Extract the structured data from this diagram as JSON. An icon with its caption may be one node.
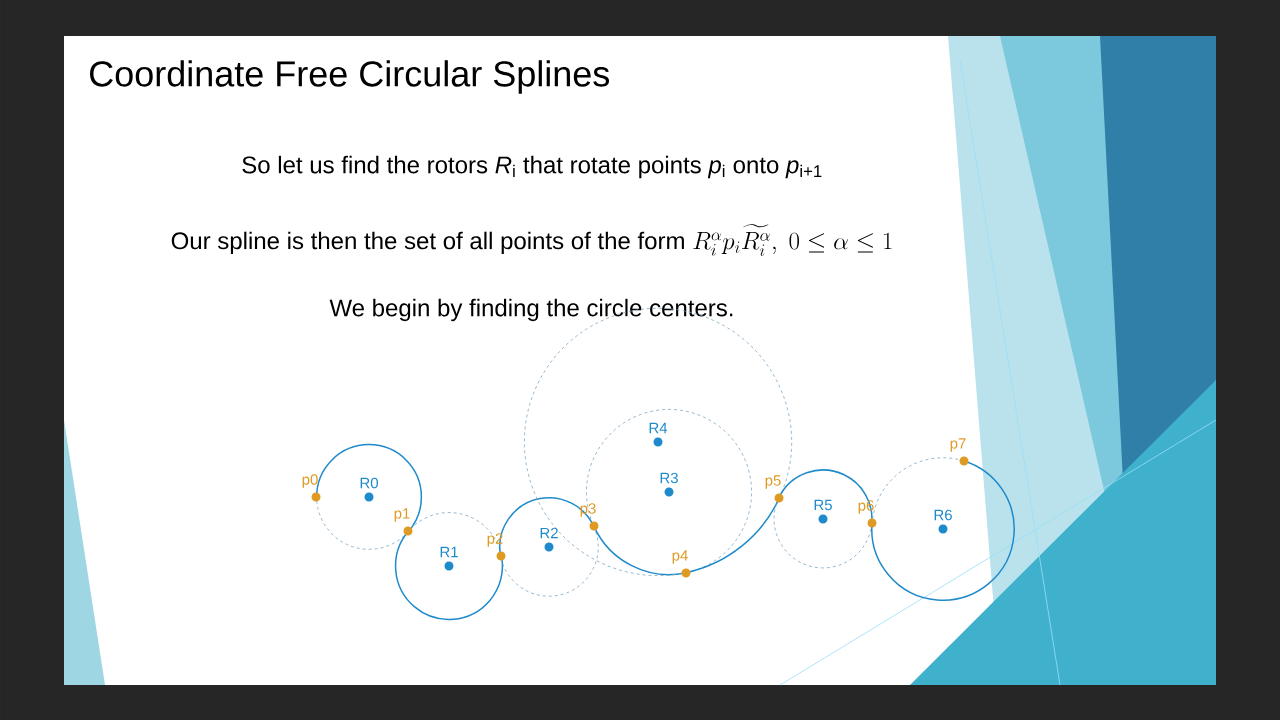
{
  "diagram": {
    "title": "Coordinate Free Circular Splines",
    "labels": [
      "So let us find the rotors *R*$_{i}$ that rotate points *p*$_{i}$ onto *p*$_{i+1}$",
      "Our spline is then the set of all points of the form",
      "R_i^{\\alpha} p_i \\widetilde{R_i^{\\alpha}},\\ 0 \\leq \\alpha \\leq 1",
      "We begin by finding the circle centers.",
      "p0",
      "R0",
      "p1",
      "R1",
      "p2",
      "R2",
      "p3",
      "R3",
      "R4",
      "p4",
      "p5",
      "R5",
      "p6",
      "R6",
      "p7"
    ]
  }
}
